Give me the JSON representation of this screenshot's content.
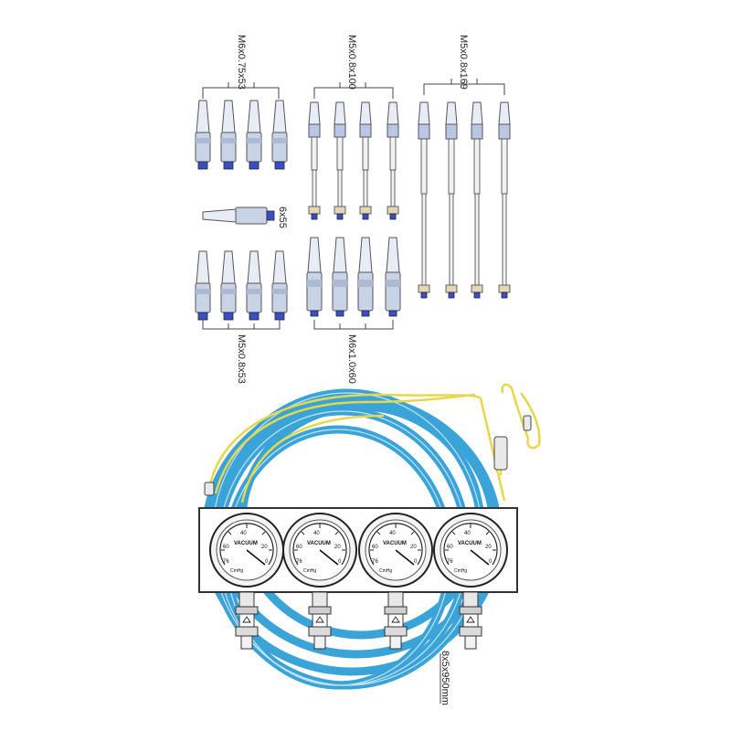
{
  "labels": {
    "group_top_left": "M6x0.75x53",
    "group_top_middle": "M5x0.8x100",
    "group_top_right": "M5x0.8x169",
    "single_adapter": "6x55",
    "group_bottom_left": "M5x0.8x53",
    "group_bottom_middle": "M6x1.0x60",
    "hose": "8x5x950mm"
  },
  "gauge": {
    "title": "VACUUM",
    "unit": "CmHg",
    "ticks": [
      "0",
      "20",
      "40",
      "60",
      "76"
    ],
    "count": 4
  },
  "colors": {
    "adapter_body": "#c9d3e6",
    "adapter_band": "#3b4fc4",
    "hose": "#3aa3d8",
    "cord": "#e6d84a",
    "panel_border": "#333333"
  }
}
